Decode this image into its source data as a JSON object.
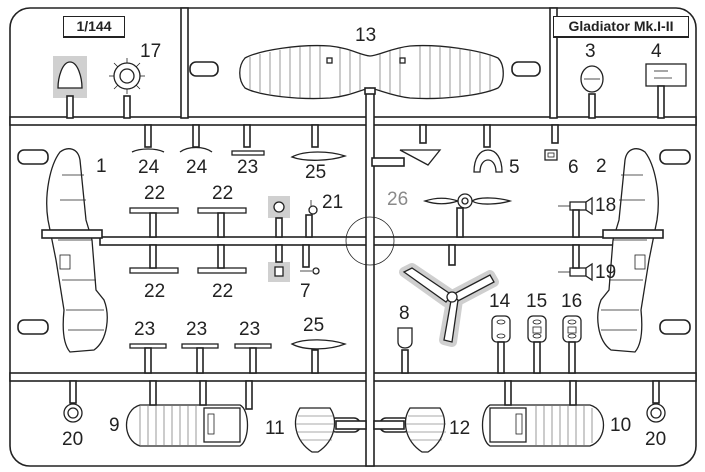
{
  "sprue": {
    "scale": "1/144",
    "title": "Gladiator Mk.I-II"
  },
  "parts": {
    "p1": "1",
    "p2": "2",
    "p3": "3",
    "p4": "4",
    "p5": "5",
    "p6": "6",
    "p7": "7",
    "p8": "8",
    "p9": "9",
    "p10": "10",
    "p11": "11",
    "p12": "12",
    "p13": "13",
    "p14": "14",
    "p15": "15",
    "p16": "16",
    "p17": "17",
    "p18": "18",
    "p19": "19",
    "p20a": "20",
    "p20b": "20",
    "p21": "21",
    "p22a": "22",
    "p22b": "22",
    "p22c": "22",
    "p22d": "22",
    "p23a": "23",
    "p23b": "23",
    "p23c": "23",
    "p23d": "23",
    "p24a": "24",
    "p24b": "24",
    "p25a": "25",
    "p25b": "25",
    "p26": "26"
  },
  "colors": {
    "line": "#222222",
    "highlight": "#d0d0d0",
    "optional_label": "#8a8a8a"
  }
}
